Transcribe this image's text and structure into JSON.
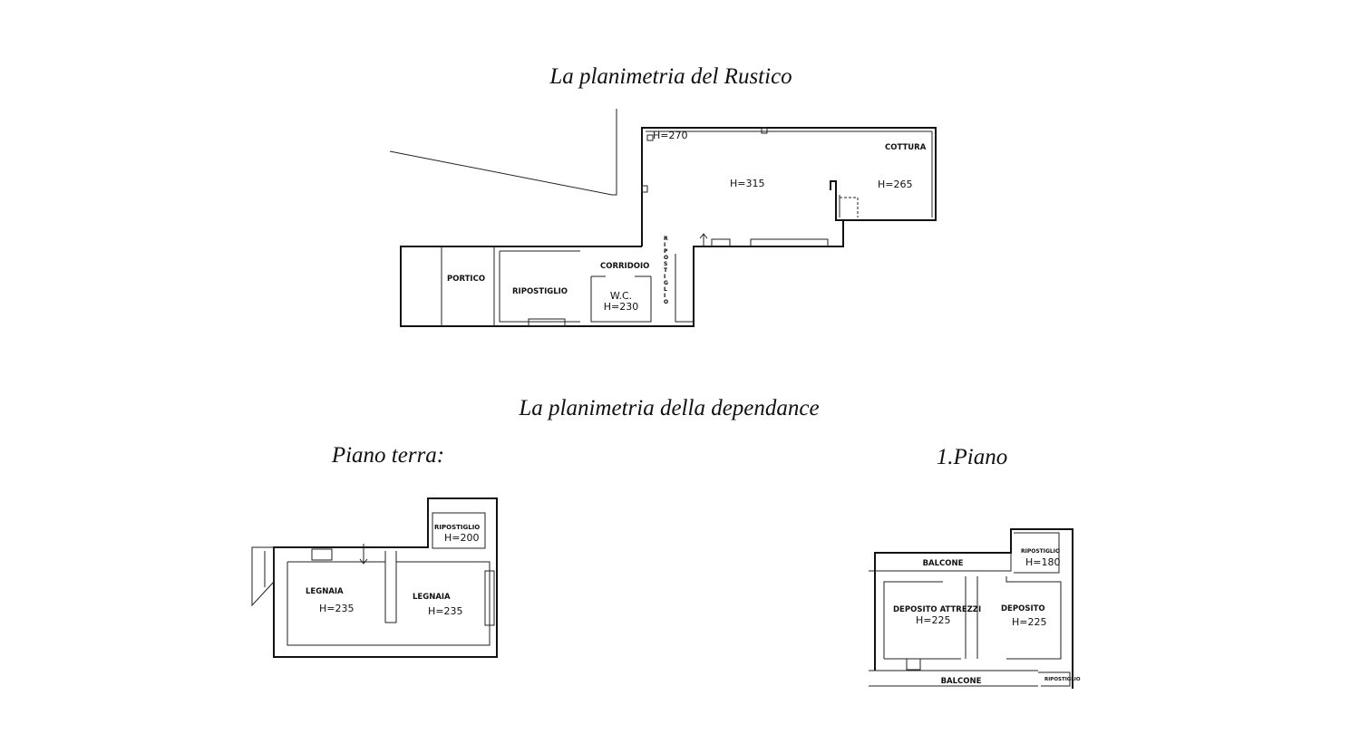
{
  "titles": {
    "rustico": "La planimetria del Rustico",
    "dependance": "La planimetria della dependance",
    "piano_terra": "Piano terra:",
    "primo_piano": "1.Piano"
  },
  "rustico": {
    "h270": "H=270",
    "h315": "H=315",
    "cottura": "COTTURA",
    "h265": "H=265",
    "portico": "PORTICO",
    "ripostiglio": "RIPOSTIGLIO",
    "corridoio": "CORRIDOIO",
    "wc": "W.C.",
    "h230": "H=230",
    "ripostiglio_vertical": [
      "R",
      "I",
      "P",
      "O",
      "S",
      "T",
      "I",
      "G",
      "L",
      "I",
      "O"
    ]
  },
  "piano_terra": {
    "ripostiglio": "RIPOSTIGLIO",
    "h200": "H=200",
    "legnaia1": "LEGNAIA",
    "h235_1": "H=235",
    "legnaia2": "LEGNAIA",
    "h235_2": "H=235"
  },
  "primo_piano": {
    "balcone_top": "BALCONE",
    "ripostiglio": "RIPOSTIGLIO",
    "h180": "H=180",
    "deposito_attrezzi": "DEPOSITO ATTREZZI",
    "h225_1": "H=225",
    "deposito": "DEPOSITO",
    "h225_2": "H=225",
    "balcone_bottom": "BALCONE",
    "ripostiglio_small": "RIPOSTIGLIO"
  }
}
